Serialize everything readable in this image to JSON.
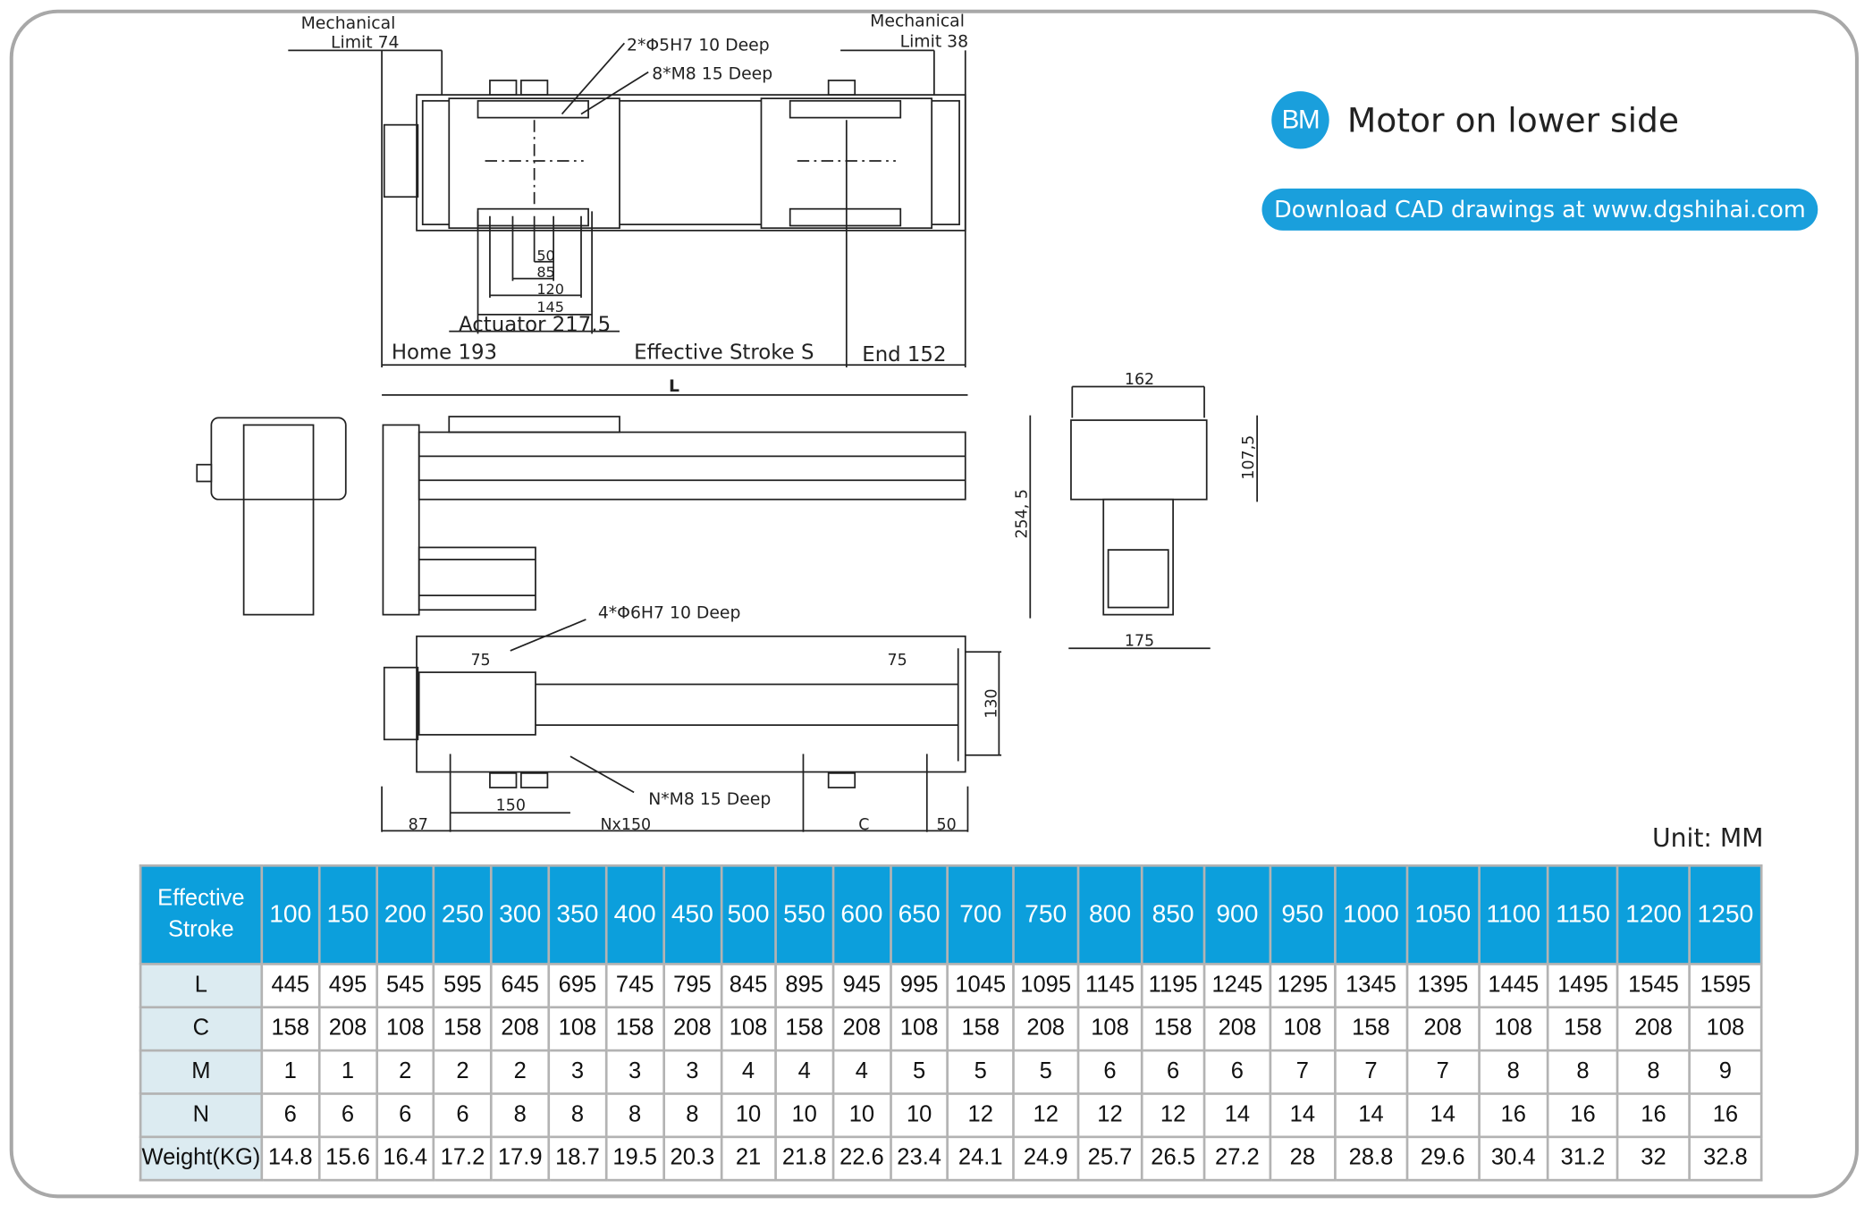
{
  "header": {
    "badge": "BM",
    "title": "Motor on lower side",
    "download_label": "Download CAD drawings at www.dgshihai.com",
    "unit": "Unit: MM"
  },
  "drawing": {
    "mech_limit_left": [
      "Mechanical",
      "Limit 74"
    ],
    "mech_limit_right": [
      "Mechanical",
      "Limit 38"
    ],
    "pin_hole": "2*Φ5H7 10 Deep",
    "thread_hole": "8*M8 15 Deep",
    "dim_50": "50",
    "dim_85": "85",
    "dim_120": "120",
    "dim_145": "145",
    "actuator": "Actuator 217.5",
    "home": "Home 193",
    "stroke": "Effective Stroke S",
    "end": "End 152",
    "length": "L",
    "w162": "162",
    "h107": "107,5",
    "h254": "254, 5",
    "w175": "175",
    "base_pin": "4*Φ6H7  10 Deep",
    "d75a": "75",
    "d75b": "75",
    "d130": "130",
    "d150": "150",
    "base_thread": "N*M8  15 Deep",
    "d87": "87",
    "nx150": "Nx150",
    "c": "C",
    "d50": "50"
  },
  "table": {
    "header_label": [
      "Effective",
      "Stroke"
    ],
    "strokes": [
      "100",
      "150",
      "200",
      "250",
      "300",
      "350",
      "400",
      "450",
      "500",
      "550",
      "600",
      "650",
      "700",
      "750",
      "800",
      "850",
      "900",
      "950",
      "1000",
      "1050",
      "1100",
      "1150",
      "1200",
      "1250"
    ],
    "rows": [
      {
        "label": "L",
        "values": [
          "445",
          "495",
          "545",
          "595",
          "645",
          "695",
          "745",
          "795",
          "845",
          "895",
          "945",
          "995",
          "1045",
          "1095",
          "1145",
          "1195",
          "1245",
          "1295",
          "1345",
          "1395",
          "1445",
          "1495",
          "1545",
          "1595"
        ]
      },
      {
        "label": "C",
        "values": [
          "158",
          "208",
          "108",
          "158",
          "208",
          "108",
          "158",
          "208",
          "108",
          "158",
          "208",
          "108",
          "158",
          "208",
          "108",
          "158",
          "208",
          "108",
          "158",
          "208",
          "108",
          "158",
          "208",
          "108"
        ]
      },
      {
        "label": "M",
        "values": [
          "1",
          "1",
          "2",
          "2",
          "2",
          "3",
          "3",
          "3",
          "4",
          "4",
          "4",
          "5",
          "5",
          "5",
          "6",
          "6",
          "6",
          "7",
          "7",
          "7",
          "8",
          "8",
          "8",
          "9"
        ]
      },
      {
        "label": "N",
        "values": [
          "6",
          "6",
          "6",
          "6",
          "8",
          "8",
          "8",
          "8",
          "10",
          "10",
          "10",
          "10",
          "12",
          "12",
          "12",
          "12",
          "14",
          "14",
          "14",
          "14",
          "16",
          "16",
          "16",
          "16"
        ]
      },
      {
        "label": "Weight(KG)",
        "values": [
          "14.8",
          "15.6",
          "16.4",
          "17.2",
          "17.9",
          "18.7",
          "19.5",
          "20.3",
          "21",
          "21.8",
          "22.6",
          "23.4",
          "24.1",
          "24.9",
          "25.7",
          "26.5",
          "27.2",
          "28",
          "28.8",
          "29.6",
          "30.4",
          "31.2",
          "32",
          "32.8"
        ]
      }
    ]
  }
}
